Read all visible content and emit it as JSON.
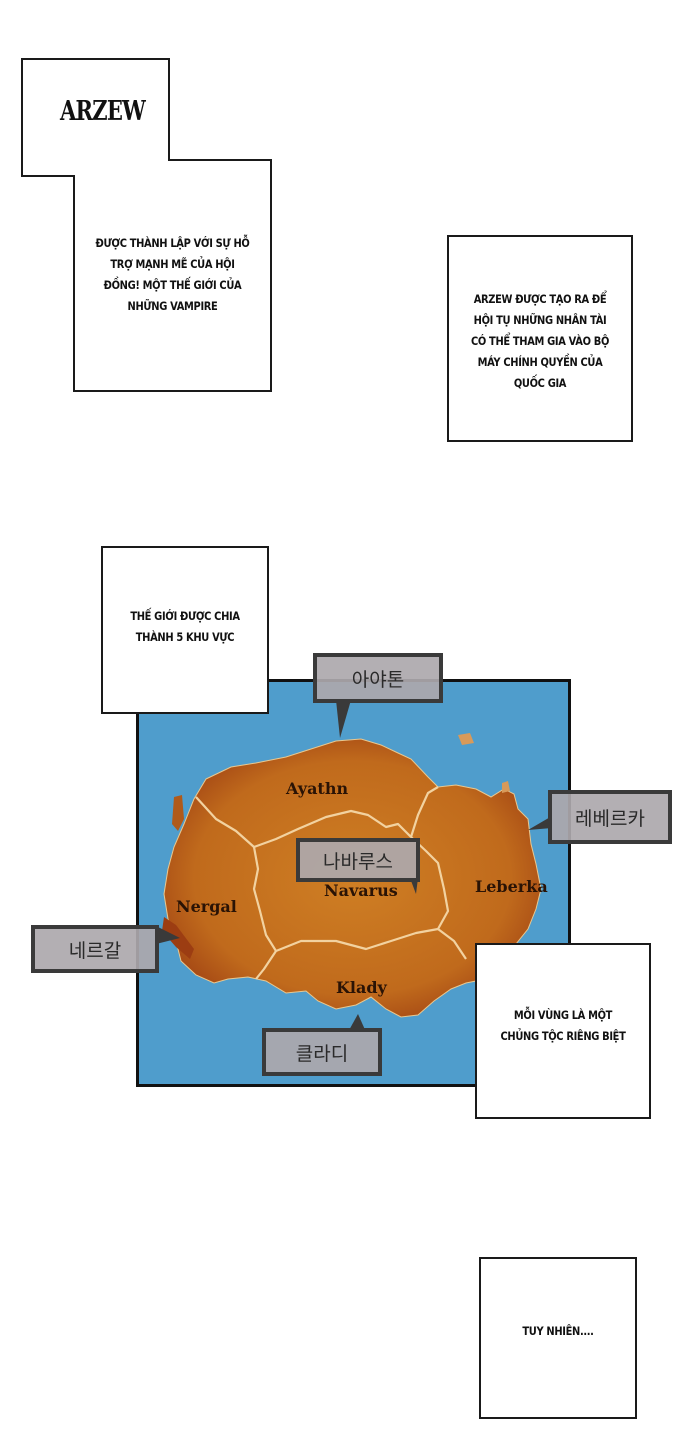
{
  "panels": {
    "arzew_intro": {
      "title": "ARZEW",
      "text_lines": [
        "ĐƯỢC THÀNH LẬP VỚI SỰ HỖ",
        "TRỢ MẠNH MẼ CỦA HỘI",
        "ĐỒNG! MỘT THẾ GIỚI CỦA",
        "NHỮNG VAMPIRE"
      ]
    },
    "arzew_purpose": {
      "text_lines": [
        "ARZEW ĐƯỢC TẠO RA ĐỂ",
        "HỘI TỤ NHỮNG NHÂN TÀI",
        "CÓ THỂ THAM GIA VÀO BỘ",
        "MÁY CHÍNH QUYỀN CỦA",
        "QUỐC GIA"
      ]
    },
    "world_divided": {
      "text_lines": [
        "THẾ GIỚI ĐƯỢC CHIA",
        "THÀNH 5 KHU VỰC"
      ]
    },
    "each_region": {
      "text_lines": [
        "MỖI VÙNG LÀ MỘT",
        "CHỦNG TỘC RIÊNG BIỆT"
      ]
    },
    "however": {
      "text_lines": [
        "TUY NHIÊN...."
      ]
    }
  },
  "map": {
    "colors": {
      "ocean": "#4f9dcc",
      "land": "#c8741f",
      "land_dark": "#9c3d12",
      "border": "#f2d2a0"
    },
    "regions": [
      {
        "name": "Ayathn",
        "korean": "아야톤"
      },
      {
        "name": "Navarus",
        "korean": "나바루스"
      },
      {
        "name": "Leberka",
        "korean": "레베르카"
      },
      {
        "name": "Nergal",
        "korean": "네르갈"
      },
      {
        "name": "Klady",
        "korean": "클라디"
      }
    ]
  }
}
